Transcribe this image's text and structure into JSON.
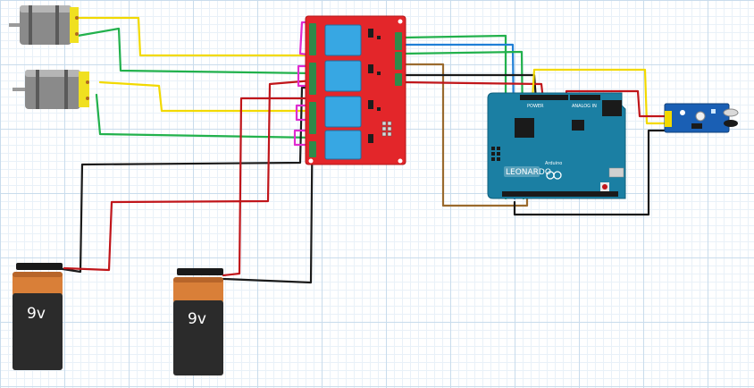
{
  "battery_1": {
    "label": "9v"
  },
  "battery_2": {
    "label": "9v"
  },
  "arduino": {
    "brand": "LEONARDO",
    "maker": "Arduino",
    "power_label": "POWER",
    "analog_label": "ANALOG IN"
  },
  "relay_module": {
    "channels": 4
  },
  "colors": {
    "wire_yellow": "#f2d900",
    "wire_green": "#22b14c",
    "wire_red": "#c0151a",
    "wire_black": "#1a1a1a",
    "wire_blue": "#1f7fd6",
    "wire_brown": "#9a6a2e",
    "wire_magenta": "#e02bd0",
    "relay_board": "#e3262a",
    "relay_coil": "#37a7e3",
    "arduino_board": "#1b7fa3",
    "sensor_board": "#1a5fb4",
    "battery_cap": "#d97f38",
    "battery_body": "#2b2b2b"
  },
  "icons": [
    "dc-motor-icon",
    "relay-module-icon",
    "arduino-board-icon",
    "ir-sensor-icon",
    "battery-icon"
  ]
}
